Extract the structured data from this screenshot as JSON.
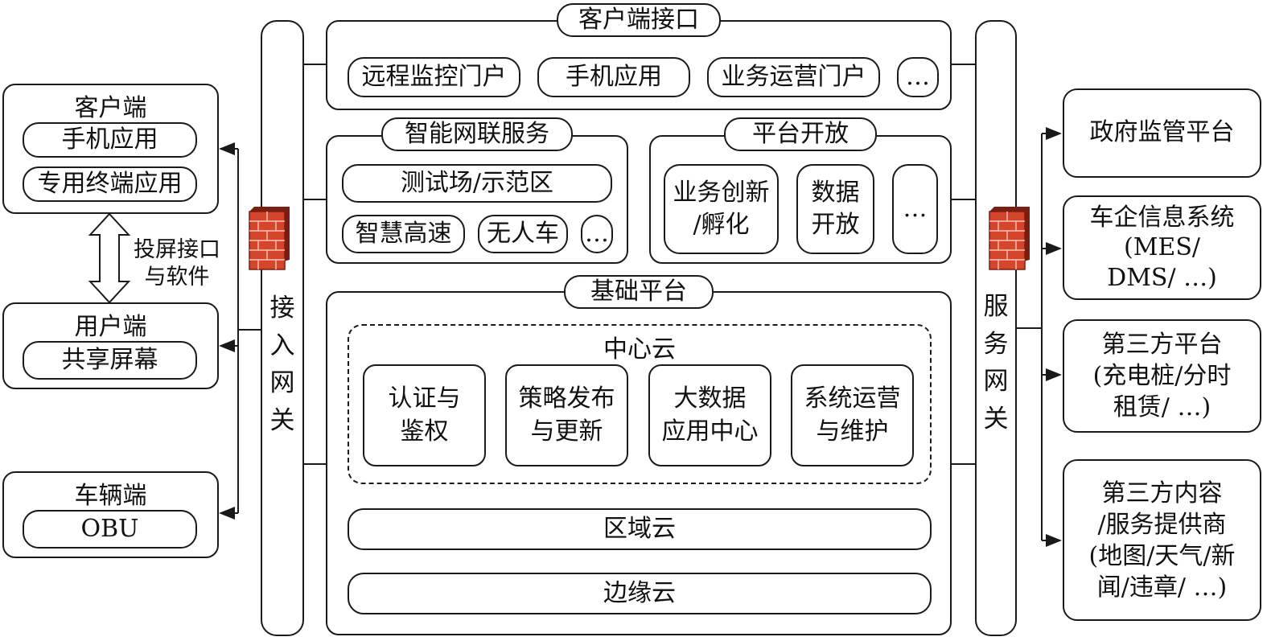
{
  "client": {
    "title": "客户端",
    "items": [
      "手机应用",
      "专用终端应用"
    ]
  },
  "screen_link": {
    "line1": "投屏接口",
    "line2": "与软件"
  },
  "user": {
    "title": "用户端",
    "items": [
      "共享屏幕"
    ]
  },
  "vehicle": {
    "title": "车辆端",
    "items": [
      "OBU"
    ]
  },
  "access_gateway": {
    "chars": [
      "接",
      "入",
      "网",
      "关"
    ]
  },
  "service_gateway": {
    "chars": [
      "服",
      "务",
      "网",
      "关"
    ]
  },
  "client_interface": {
    "title": "客户端接口",
    "items": [
      "远程监控门户",
      "手机应用",
      "业务运营门户",
      "…"
    ]
  },
  "iov_service": {
    "title": "智能网联服务",
    "row1": "测试场/示范区",
    "row2": [
      "智慧高速",
      "无人车",
      "…"
    ]
  },
  "platform_open": {
    "title": "平台开放",
    "items": [
      {
        "l1": "业务创新",
        "l2": "/孵化"
      },
      {
        "l1": "数据",
        "l2": "开放"
      },
      {
        "l1": "…",
        "l2": ""
      }
    ]
  },
  "base_platform": {
    "title": "基础平台",
    "center_cloud": {
      "title": "中心云",
      "items": [
        {
          "l1": "认证与",
          "l2": "鉴权"
        },
        {
          "l1": "策略发布",
          "l2": "与更新"
        },
        {
          "l1": "大数据",
          "l2": "应用中心"
        },
        {
          "l1": "系统运营",
          "l2": "与维护"
        }
      ]
    },
    "region_cloud": "区域云",
    "edge_cloud": "边缘云"
  },
  "external": {
    "gov": "政府监管平台",
    "oem": {
      "l1": "车企信息系统",
      "l2": "(MES/",
      "l3": "DMS/ …)"
    },
    "third_platform": {
      "l1": "第三方平台",
      "l2": "(充电桩/分时",
      "l3": "租赁/ …)"
    },
    "third_content": {
      "l1": "第三方内容",
      "l2": "/服务提供商",
      "l3": "(地图/天气/新",
      "l4": "闻/违章/ …)"
    }
  }
}
